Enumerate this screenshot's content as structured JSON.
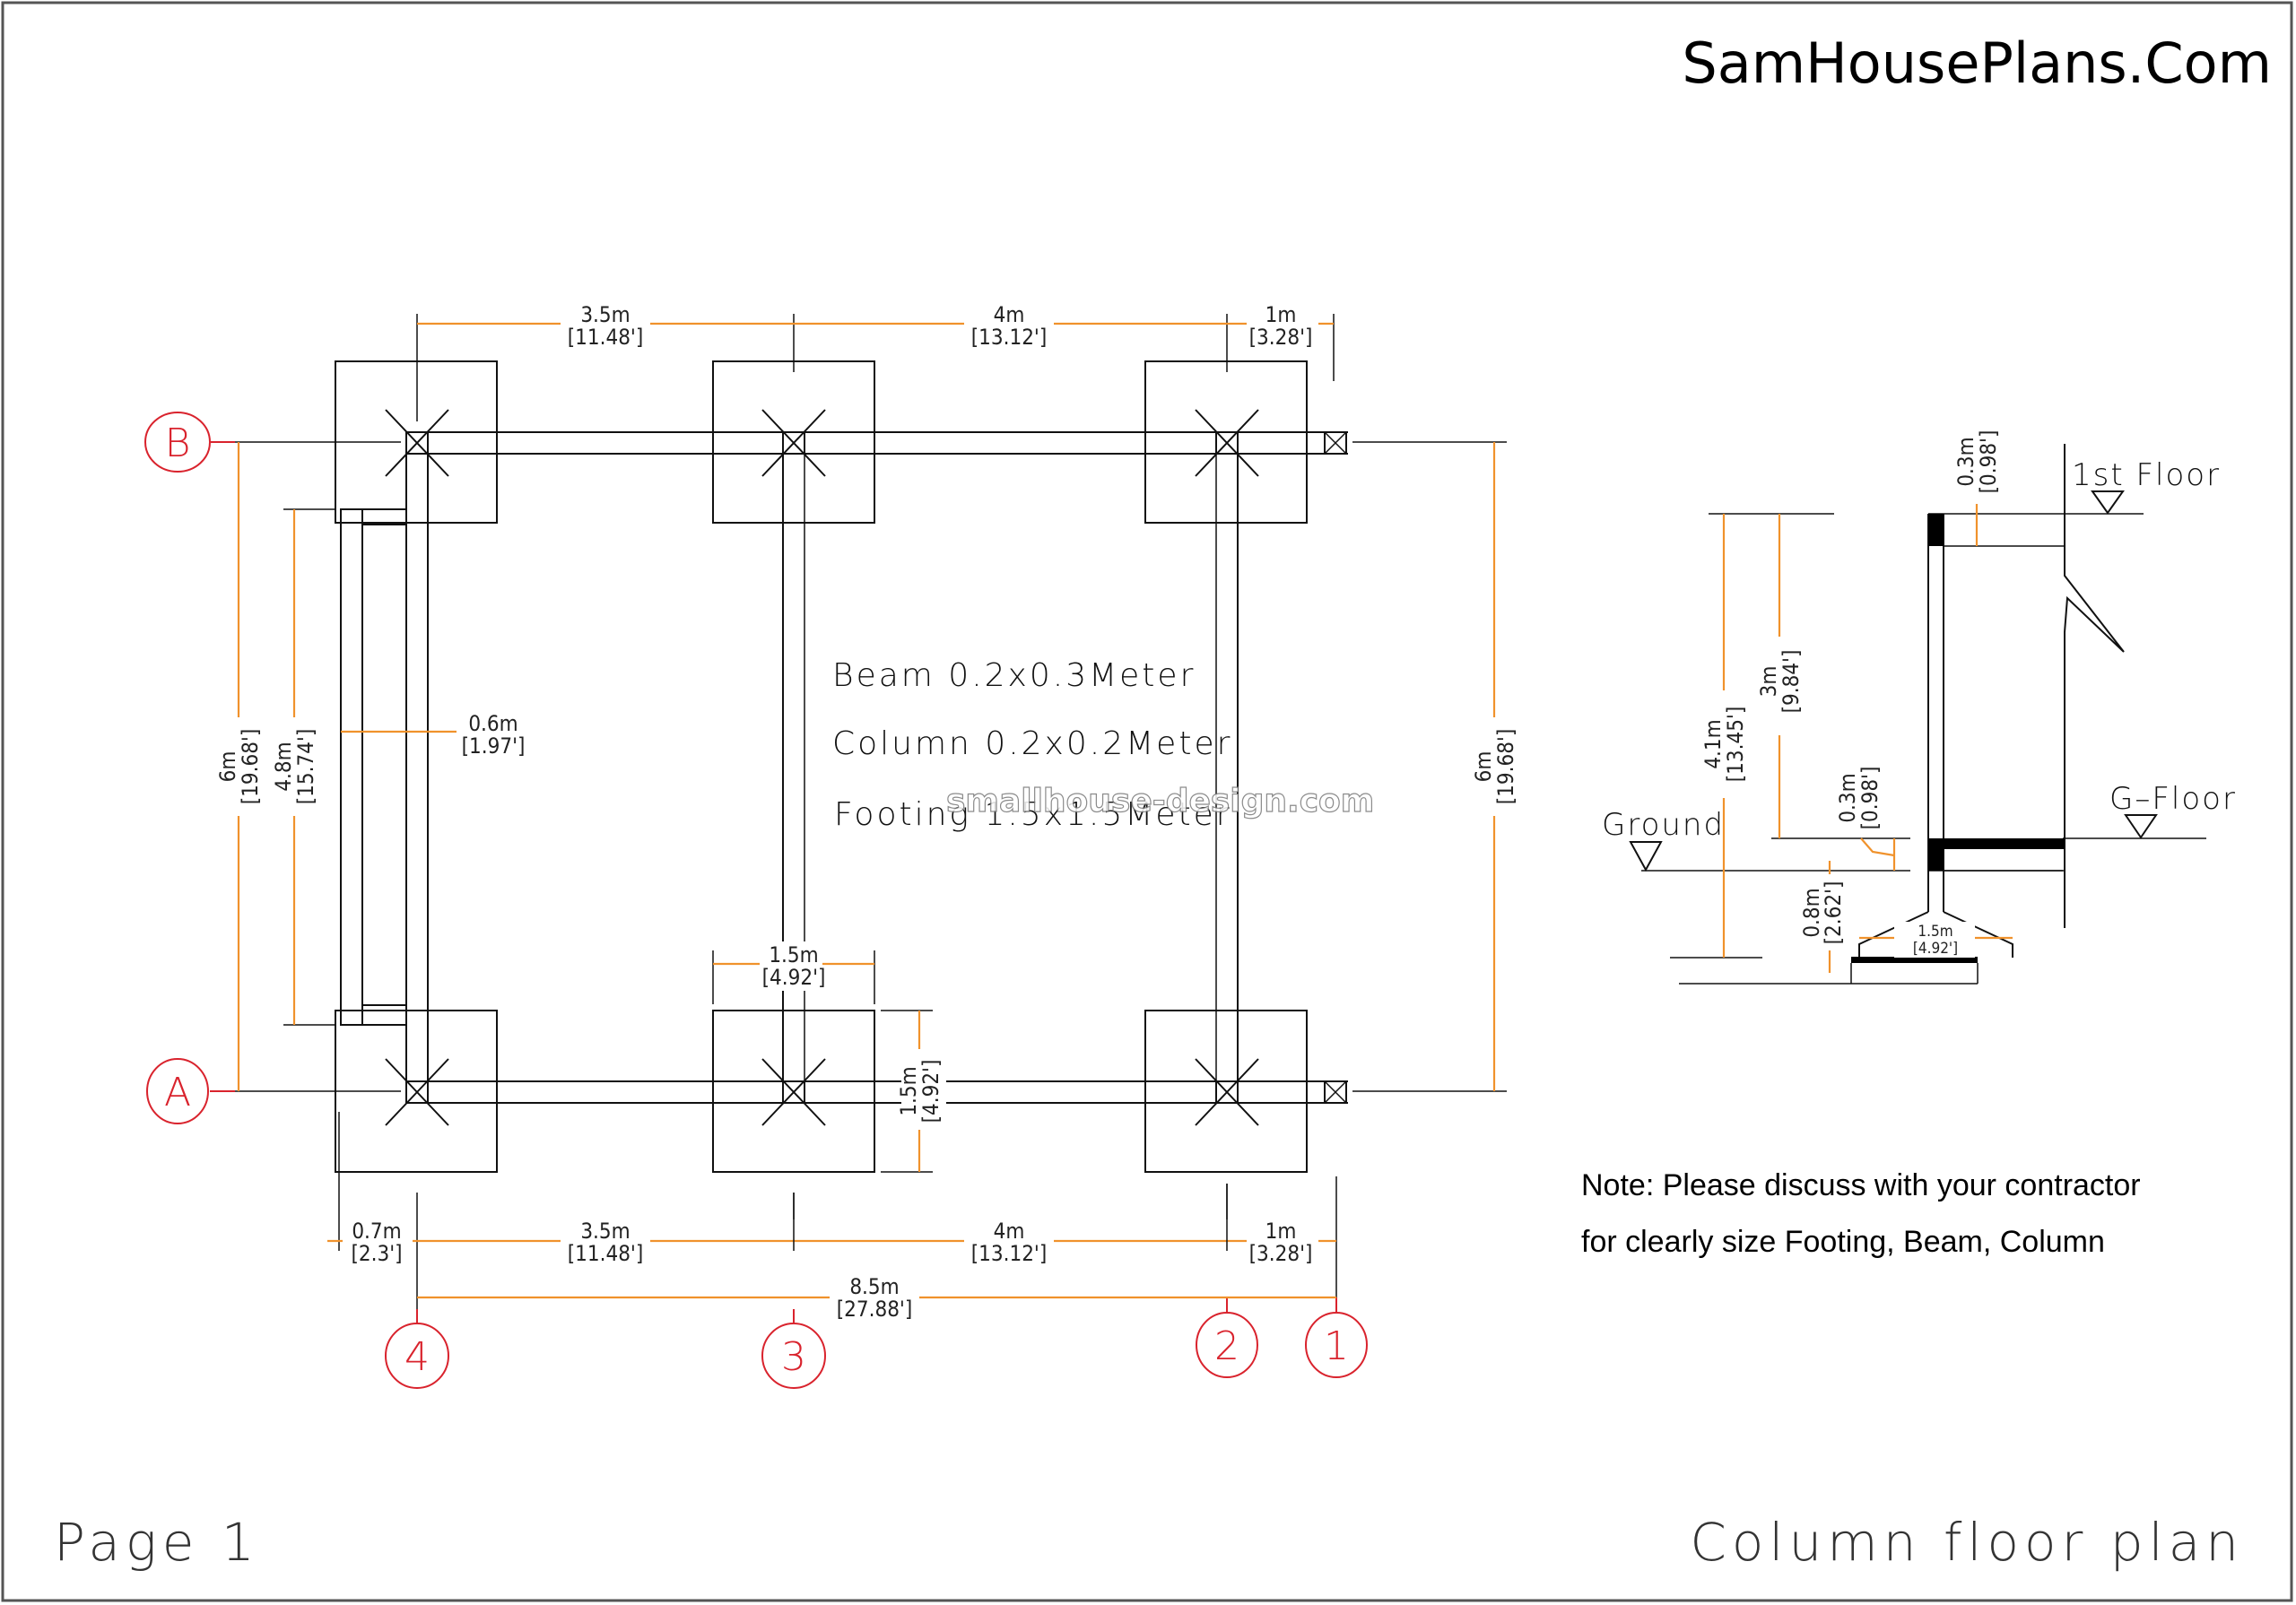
{
  "header": {
    "brand": "SamHousePlans.Com"
  },
  "footer": {
    "page_label": "Page 1",
    "sheet_title": "Column floor plan"
  },
  "watermark": "smallhouse-design.com",
  "colors": {
    "dimension": "#f0922c",
    "grid_bubble": "#d9232d",
    "line": "#111111"
  },
  "plan": {
    "grid_rows": [
      "B",
      "A"
    ],
    "grid_columns": [
      "4",
      "3",
      "2",
      "1"
    ],
    "top_dims": [
      {
        "m": "3.5m",
        "ft": "[11.48']"
      },
      {
        "m": "4m",
        "ft": "[13.12']"
      },
      {
        "m": "1m",
        "ft": "[3.28']"
      }
    ],
    "bottom_dims": [
      {
        "m": "0.7m",
        "ft": "[2.3']"
      },
      {
        "m": "3.5m",
        "ft": "[11.48']"
      },
      {
        "m": "4m",
        "ft": "[13.12']"
      },
      {
        "m": "1m",
        "ft": "[3.28']"
      }
    ],
    "overall_dim": {
      "m": "8.5m",
      "ft": "[27.88']"
    },
    "left_dim_outer": {
      "m": "6m",
      "ft": "[19.68']"
    },
    "left_dim_inner": {
      "m": "4.8m",
      "ft": "[15.74']"
    },
    "right_dim": {
      "m": "6m",
      "ft": "[19.68']"
    },
    "stair_width_dim": {
      "m": "0.6m",
      "ft": "[1.97']"
    },
    "footing_width_dim": {
      "m": "1.5m",
      "ft": "[4.92']"
    },
    "footing_height_dim": {
      "m": "1.5m",
      "ft": "[4.92']"
    },
    "specs": [
      "Beam  0.2x0.3Meter",
      "Column  0.2x0.2Meter",
      "Footing  1.5x1.5Meter"
    ]
  },
  "section": {
    "levels": {
      "first_floor": "1st  Floor",
      "ground_floor": "G–Floor",
      "ground": "Ground"
    },
    "dims": {
      "total": {
        "m": "4.1m",
        "ft": "[13.45']"
      },
      "storey": {
        "m": "3m",
        "ft": "[9.84']"
      },
      "top_beam": {
        "m": "0.3m",
        "ft": "[0.98']"
      },
      "plinth": {
        "m": "0.3m",
        "ft": "[0.98']"
      },
      "depth": {
        "m": "0.8m",
        "ft": "[2.62']"
      },
      "footing": {
        "m": "1.5m",
        "ft": "[4.92']"
      }
    }
  },
  "note": {
    "line1": "Note: Please discuss with your contractor",
    "line2": "for clearly size Footing, Beam, Column"
  }
}
